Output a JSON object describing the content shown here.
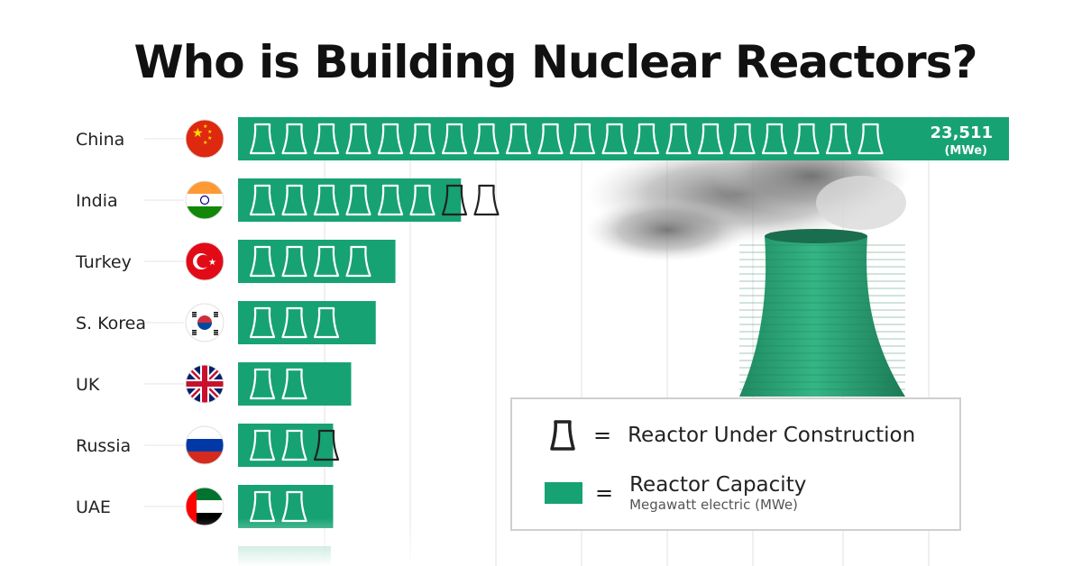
{
  "title": "Who is Building Nuclear Reactors?",
  "chart_data": {
    "type": "bar",
    "orientation": "horizontal",
    "title": "Who is Building Nuclear Reactors?",
    "categories": [
      "China",
      "India",
      "Turkey",
      "S. Korea",
      "UK",
      "Russia",
      "UAE"
    ],
    "values": [
      23511,
      6800,
      4800,
      4200,
      3450,
      2900,
      2900
    ],
    "reactor_counts": [
      20,
      8,
      4,
      3,
      2,
      3,
      2
    ],
    "data_labels": [
      {
        "index": 0,
        "value": "23,511",
        "unit": "(MWe)"
      }
    ],
    "grid": true,
    "legend_position": "bottom-right",
    "bar_color": "#17a274",
    "value_max": 23511
  },
  "legend": {
    "reactor_eq": "=",
    "reactor_label": "Reactor Under Construction",
    "capacity_eq": "=",
    "capacity_label": "Reactor Capacity",
    "capacity_sub": "Megawatt electric (MWe)"
  },
  "colors": {
    "bar": "#17a274",
    "tower": "#2aa879",
    "grid": "#e2e2e2",
    "icon_outline": "#ffffff",
    "icon_dark": "#222222"
  },
  "flags": [
    "china-flag",
    "india-flag",
    "turkey-flag",
    "south-korea-flag",
    "uk-flag",
    "russia-flag",
    "uae-flag"
  ]
}
